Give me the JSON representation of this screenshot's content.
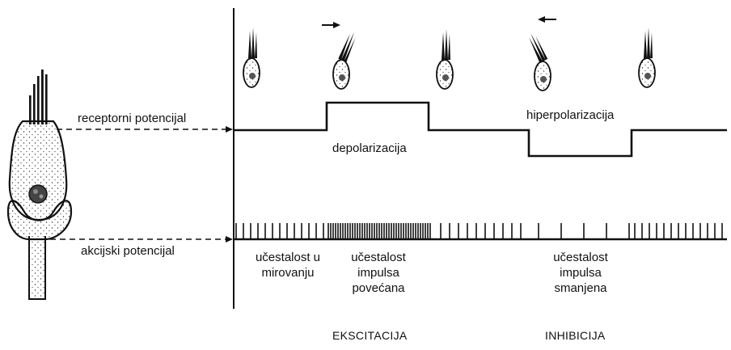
{
  "labels": {
    "receptor_potential": "receptorni potencijal",
    "action_potential": "akcijski potencijal",
    "depolarization": "depolarizacija",
    "hyperpolarization": "hiperpolarizacija"
  },
  "frequency_texts": {
    "rest_line1": "učestalost u",
    "rest_line2": "mirovanju",
    "increased_line1": "učestalost",
    "increased_line2": "impulsa",
    "increased_line3": "povećana",
    "decreased_line1": "učestalost",
    "decreased_line2": "impulsa",
    "decreased_line3": "smanjena"
  },
  "phases": {
    "excitation": "EKSCITACIJA",
    "inhibition": "INHIBICIJA"
  }
}
